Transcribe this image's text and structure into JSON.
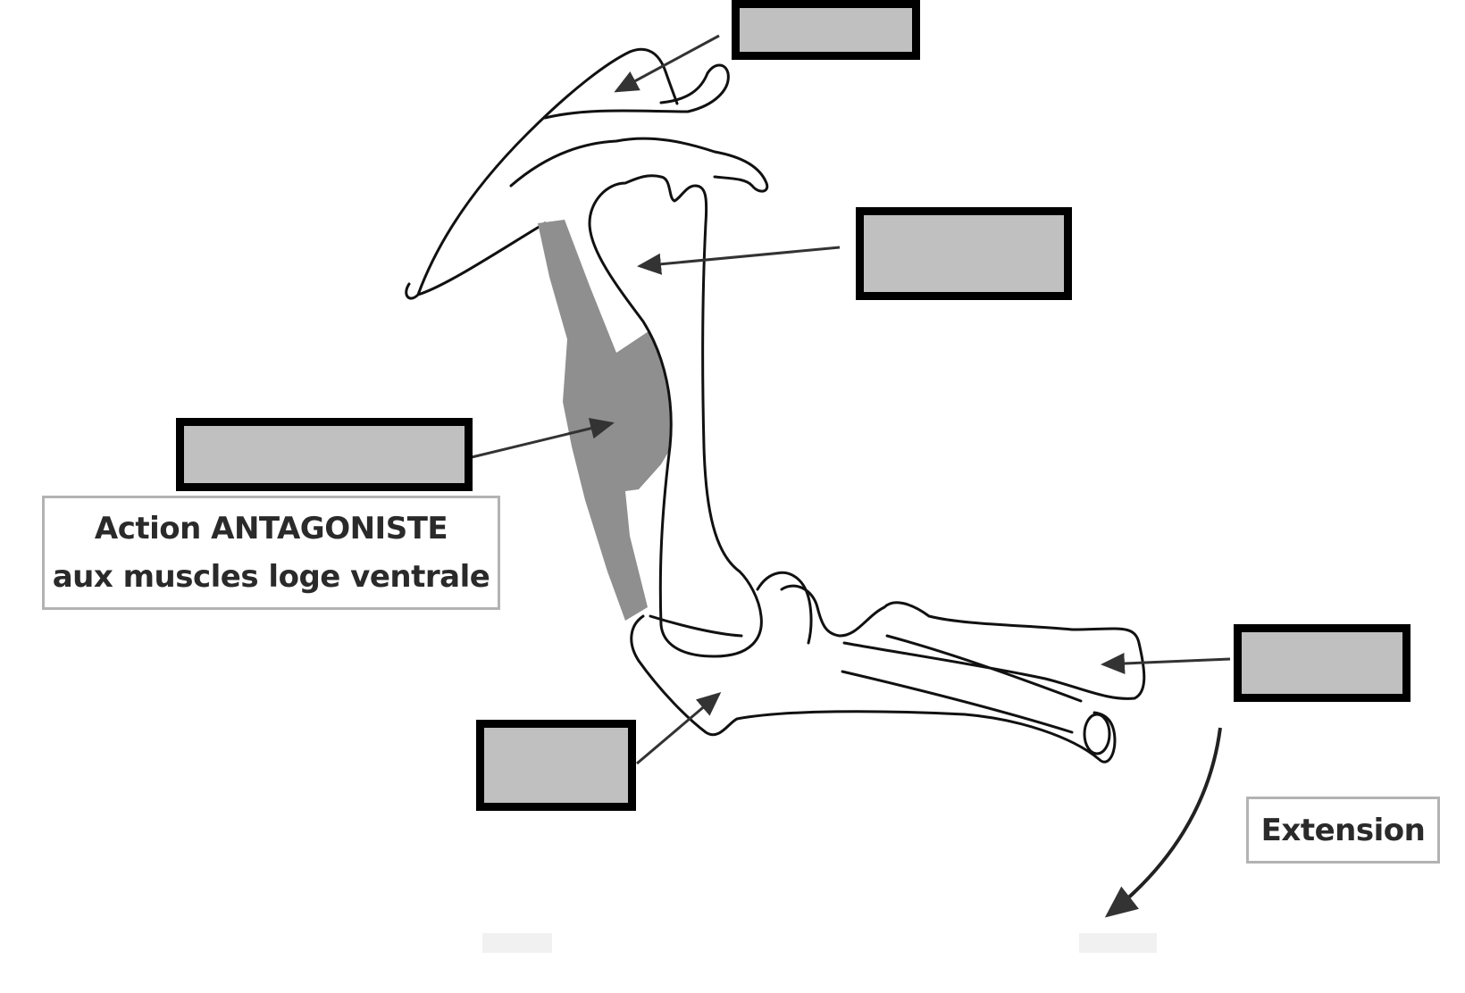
{
  "captions": {
    "antagonist_line1": "Action ANTAGONISTE",
    "antagonist_line2": "aux muscles loge ventrale",
    "extension": "Extension"
  },
  "blank_labels": [
    {
      "id": "blank-scapula",
      "value": ""
    },
    {
      "id": "blank-humerus",
      "value": ""
    },
    {
      "id": "blank-triceps",
      "value": ""
    },
    {
      "id": "blank-olecranon",
      "value": ""
    },
    {
      "id": "blank-radius",
      "value": ""
    }
  ],
  "colors": {
    "outline": "#111111",
    "muscle": "#8f8f8f",
    "blank_fill": "#c0c0c0",
    "blank_border": "#000000",
    "caption_border": "#b3b3b3",
    "arrow": "#333333"
  }
}
